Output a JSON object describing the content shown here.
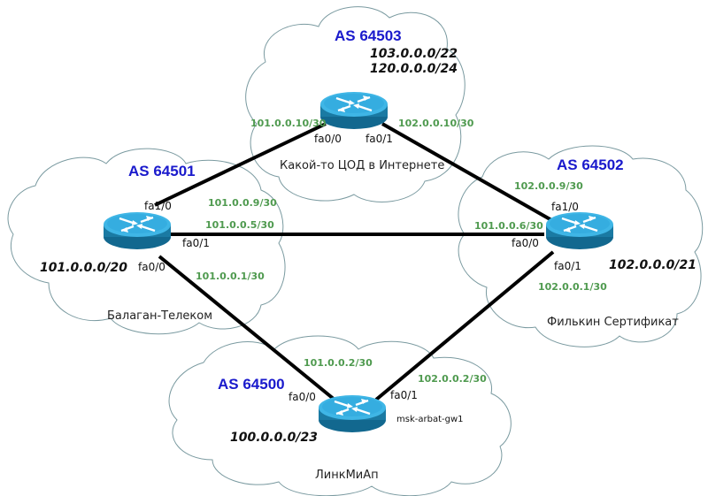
{
  "diagram": {
    "title": "",
    "colors": {
      "as_label": "#1a1acc",
      "ip_label": "#4f9a4f",
      "link": "#000000",
      "router_top": "#29a3d6",
      "router_side": "#1a7aa3",
      "cloud_stroke": "#7a9aa0"
    },
    "clouds": [
      {
        "id": "as64503",
        "as": "AS 64503",
        "name": "Какой-то ЦОД в Интернете",
        "prefixes": [
          "103.0.0.0/22",
          "120.0.0.0/24"
        ]
      },
      {
        "id": "as64501",
        "as": "AS 64501",
        "name": "Балаган-Телеком",
        "prefixes": [
          "101.0.0.0/20"
        ]
      },
      {
        "id": "as64502",
        "as": "AS 64502",
        "name": "Филькин Сертификат",
        "prefixes": [
          "102.0.0.0/21"
        ]
      },
      {
        "id": "as64500",
        "as": "AS 64500",
        "name": "ЛинкМиАп",
        "prefixes": [
          "100.0.0.0/23"
        ]
      }
    ],
    "routers": [
      {
        "id": "r64503",
        "icon": "router-icon",
        "hostname": ""
      },
      {
        "id": "r64501",
        "icon": "router-icon",
        "hostname": ""
      },
      {
        "id": "r64502",
        "icon": "router-icon",
        "hostname": ""
      },
      {
        "id": "r64500",
        "icon": "router-icon",
        "hostname": "msk-arbat-gw1"
      }
    ],
    "links": [
      {
        "id": "l1",
        "a": "r64501",
        "a_if": "fa1/0",
        "a_ip": "101.0.0.9/30",
        "b": "r64503",
        "b_if": "fa0/0",
        "b_ip": "101.0.0.10/30"
      },
      {
        "id": "l2",
        "a": "r64503",
        "a_if": "fa0/1",
        "a_ip": "102.0.0.10/30",
        "b": "r64502",
        "b_if": "fa1/0",
        "b_ip": "102.0.0.9/30"
      },
      {
        "id": "l3",
        "a": "r64501",
        "a_if": "fa0/1",
        "a_ip": "101.0.0.5/30",
        "b": "r64502",
        "b_if": "fa0/0",
        "b_ip": "101.0.0.6/30"
      },
      {
        "id": "l4",
        "a": "r64501",
        "a_if": "fa0/0",
        "a_ip": "101.0.0.1/30",
        "b": "r64500",
        "b_if": "fa0/0",
        "b_ip": "101.0.0.2/30"
      },
      {
        "id": "l5",
        "a": "r64502",
        "a_if": "fa0/1",
        "a_ip": "102.0.0.1/30",
        "b": "r64500",
        "b_if": "fa0/1",
        "b_ip": "102.0.0.2/30"
      }
    ]
  }
}
